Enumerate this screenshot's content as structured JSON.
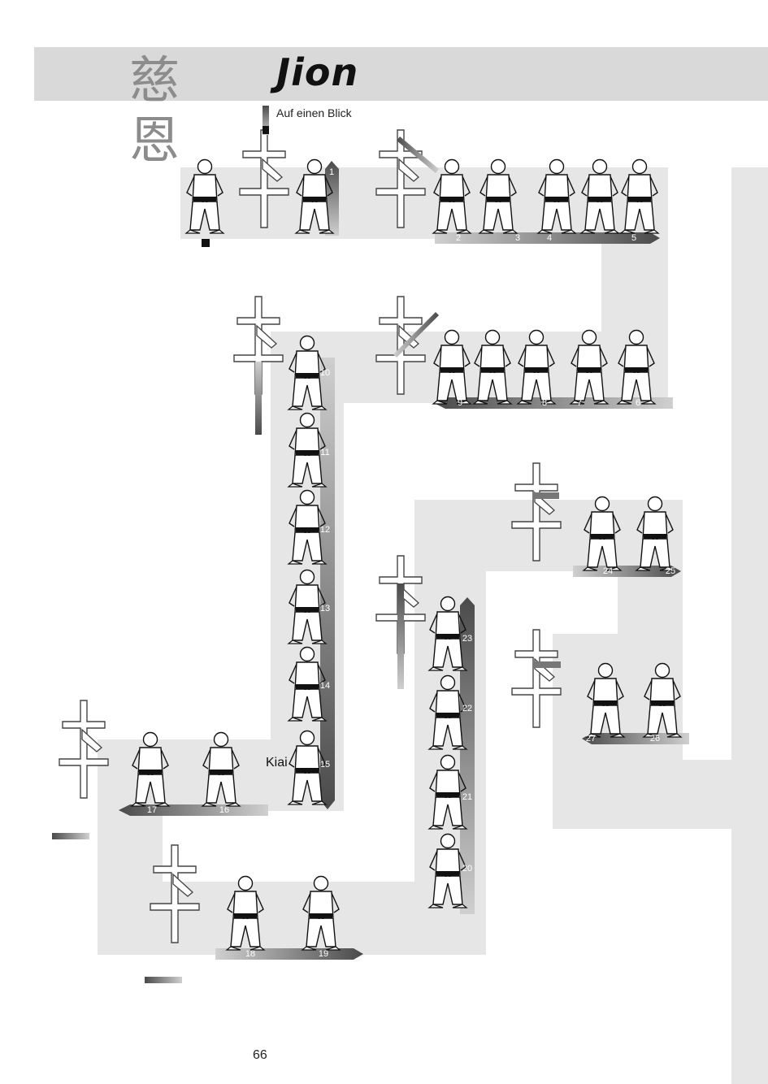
{
  "title": "Jion",
  "kanji": [
    "慈",
    "恩"
  ],
  "subtitle": "Auf einen Blick",
  "kiai_label": "Kiai",
  "page_number": "66",
  "colors": {
    "background": "#ffffff",
    "path": "#e6e6e6",
    "band": "#d9d9d9",
    "arrow_dark": "#555555",
    "arrow_light": "#cccccc"
  },
  "steps": [
    {
      "n": "1"
    },
    {
      "n": "2"
    },
    {
      "n": "3"
    },
    {
      "n": "4"
    },
    {
      "n": "5"
    },
    {
      "n": "6"
    },
    {
      "n": "7"
    },
    {
      "n": "8"
    },
    {
      "n": "9"
    },
    {
      "n": "10"
    },
    {
      "n": "11"
    },
    {
      "n": "12"
    },
    {
      "n": "13"
    },
    {
      "n": "14"
    },
    {
      "n": "15"
    },
    {
      "n": "16"
    },
    {
      "n": "17"
    },
    {
      "n": "18"
    },
    {
      "n": "19"
    },
    {
      "n": "20"
    },
    {
      "n": "21"
    },
    {
      "n": "22"
    },
    {
      "n": "23"
    },
    {
      "n": "24"
    },
    {
      "n": "25"
    },
    {
      "n": "26"
    },
    {
      "n": "27"
    }
  ],
  "icons": {
    "figure": "karateka-icon",
    "embusen": "embusen-line-icon",
    "arrow": "direction-arrow-icon"
  }
}
